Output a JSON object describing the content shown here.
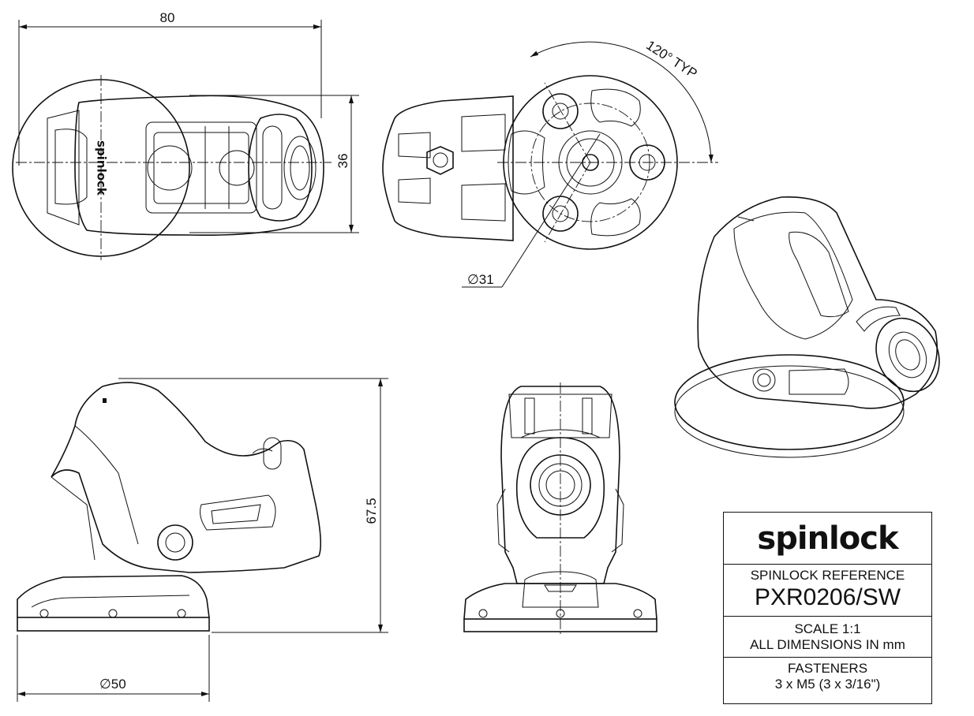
{
  "dimensions": {
    "overall_length": "80",
    "width": "36",
    "angle": "120° TYP",
    "bolt_circle": "∅31",
    "height": "67.5",
    "base_diameter": "∅50"
  },
  "part_mark": "spinlock",
  "title_block": {
    "logo": "spinlock",
    "reference_label": "SPINLOCK REFERENCE",
    "reference_code": "PXR0206/SW",
    "scale": "SCALE 1:1",
    "units": "ALL DIMENSIONS IN mm",
    "fasteners_label": "FASTENERS",
    "fasteners_spec": "3 x M5 (3 x 3/16\")"
  }
}
